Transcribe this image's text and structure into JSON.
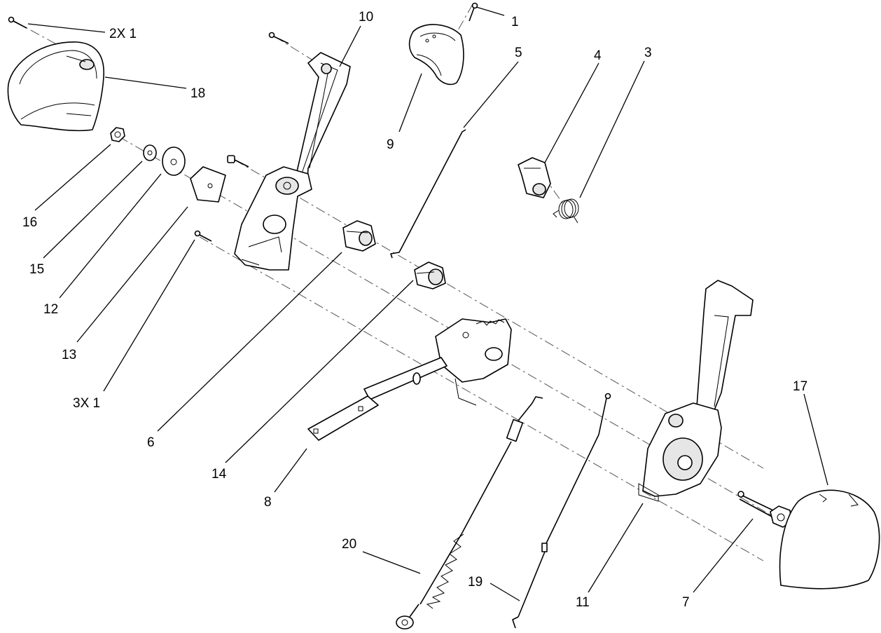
{
  "callouts": [
    {
      "id": "c1",
      "text": "1"
    },
    {
      "id": "c2x1",
      "text": "2X 1"
    },
    {
      "id": "c3",
      "text": "3"
    },
    {
      "id": "c3x1",
      "text": "3X 1"
    },
    {
      "id": "c4",
      "text": "4"
    },
    {
      "id": "c5",
      "text": "5"
    },
    {
      "id": "c6",
      "text": "6"
    },
    {
      "id": "c7",
      "text": "7"
    },
    {
      "id": "c8",
      "text": "8"
    },
    {
      "id": "c9",
      "text": "9"
    },
    {
      "id": "c10",
      "text": "10"
    },
    {
      "id": "c11",
      "text": "11"
    },
    {
      "id": "c12",
      "text": "12"
    },
    {
      "id": "c13",
      "text": "13"
    },
    {
      "id": "c14",
      "text": "14"
    },
    {
      "id": "c15",
      "text": "15"
    },
    {
      "id": "c16",
      "text": "16"
    },
    {
      "id": "c17",
      "text": "17"
    },
    {
      "id": "c18",
      "text": "18"
    },
    {
      "id": "c19",
      "text": "19"
    },
    {
      "id": "c20",
      "text": "20"
    }
  ]
}
